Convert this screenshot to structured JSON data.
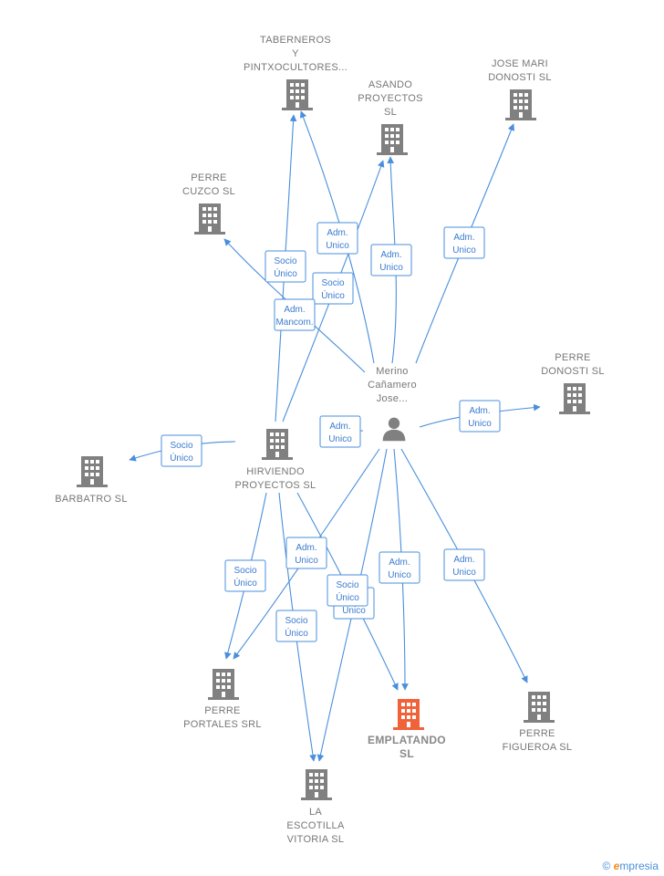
{
  "nodes": [
    {
      "id": "taberneros",
      "label_lines": [
        "TABERNEROS",
        "Y",
        "PINTXOCULTORES..."
      ],
      "kind": "company"
    },
    {
      "id": "asando",
      "label_lines": [
        "ASANDO",
        "PROYECTOS",
        "SL"
      ],
      "kind": "company"
    },
    {
      "id": "josemari",
      "label_lines": [
        "JOSE MARI",
        "DONOSTI  SL"
      ],
      "kind": "company"
    },
    {
      "id": "cuzco",
      "label_lines": [
        "PERRE",
        "CUZCO  SL"
      ],
      "kind": "company"
    },
    {
      "id": "donosti",
      "label_lines": [
        "PERRE",
        "DONOSTI  SL"
      ],
      "kind": "company"
    },
    {
      "id": "merino",
      "label_lines": [
        "Merino",
        "Cañamero",
        "Jose..."
      ],
      "kind": "person"
    },
    {
      "id": "hirviendo",
      "label_lines": [
        "HIRVIENDO",
        "PROYECTOS SL"
      ],
      "kind": "company"
    },
    {
      "id": "barbatro",
      "label_lines": [
        "BARBATRO  SL"
      ],
      "kind": "company"
    },
    {
      "id": "portales",
      "label_lines": [
        "PERRE",
        "PORTALES SRL"
      ],
      "kind": "company"
    },
    {
      "id": "emplatando",
      "label_lines": [
        "EMPLATANDO",
        "SL"
      ],
      "kind": "focus"
    },
    {
      "id": "figueroa",
      "label_lines": [
        "PERRE",
        "FIGUEROA  SL"
      ],
      "kind": "company"
    },
    {
      "id": "escotilla",
      "label_lines": [
        "LA",
        "ESCOTILLA",
        "VITORIA  SL"
      ],
      "kind": "company"
    }
  ],
  "edges": [
    {
      "id": "e1",
      "label_lines": [
        "Adm.",
        "Unico"
      ]
    },
    {
      "id": "e2",
      "label_lines": [
        "Adm.",
        "Unico"
      ]
    },
    {
      "id": "e3",
      "label_lines": [
        "Adm.",
        "Unico"
      ]
    },
    {
      "id": "e4",
      "label_lines": [
        "Socio",
        "Único"
      ]
    },
    {
      "id": "e5",
      "label_lines": [
        "Socio",
        "Único"
      ]
    },
    {
      "id": "e6",
      "label_lines": [
        "Adm.",
        "Mancom."
      ]
    },
    {
      "id": "e7",
      "label_lines": [
        "Adm.",
        "Unico"
      ]
    },
    {
      "id": "e8",
      "label_lines": [
        "Adm.",
        "Unico"
      ]
    },
    {
      "id": "e9",
      "label_lines": [
        "Socio",
        "Único"
      ]
    },
    {
      "id": "e10",
      "label_lines": [
        "Socio",
        "Único"
      ]
    },
    {
      "id": "e11",
      "label_lines": [
        "Adm.",
        "Unico"
      ]
    },
    {
      "id": "e12",
      "label_lines": [
        "Socio",
        "Único"
      ]
    },
    {
      "id": "e13",
      "label_lines": [
        "Adm.",
        "Unico"
      ]
    },
    {
      "id": "e14",
      "label_lines": [
        "Adm.",
        "Unico"
      ]
    },
    {
      "id": "e15",
      "label_lines": [
        "Adm.",
        "Unico"
      ]
    },
    {
      "id": "e16",
      "label_lines": [
        "Socio",
        "Único"
      ]
    }
  ],
  "colors": {
    "edge": "#4a8fdc",
    "building": "#808080",
    "focus": "#f0623a"
  },
  "footer": {
    "copyright": "©",
    "brand_initial": "e",
    "brand_rest": "mpresia"
  }
}
